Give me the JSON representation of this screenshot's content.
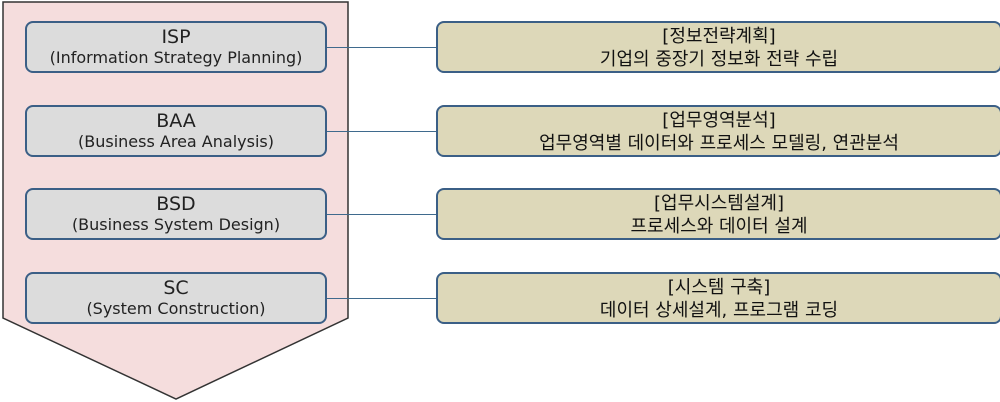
{
  "colors": {
    "arrow_fill": "#f5dddd",
    "arrow_stroke": "#333333",
    "phase_box_fill": "#dcdcdc",
    "desc_box_fill": "#ddd8b9",
    "box_border": "#3b5f86",
    "connector": "#3f6a8d"
  },
  "phases": [
    {
      "code": "ISP",
      "full_name": "(Information Strategy Planning)",
      "desc_title": "[정보전략계획]",
      "desc_text": "기업의 중장기 정보화 전략 수립"
    },
    {
      "code": "BAA",
      "full_name": "(Business Area Analysis)",
      "desc_title": "[업무영역분석]",
      "desc_text": "업무영역별 데이터와 프로세스 모델링, 연관분석"
    },
    {
      "code": "BSD",
      "full_name": "(Business System Design)",
      "desc_title": "[업무시스템설계]",
      "desc_text": "프로세스와 데이터 설계"
    },
    {
      "code": "SC",
      "full_name": "(System Construction)",
      "desc_title": "[시스템 구축]",
      "desc_text": "데이터 상세설계, 프로그램 코딩"
    }
  ]
}
